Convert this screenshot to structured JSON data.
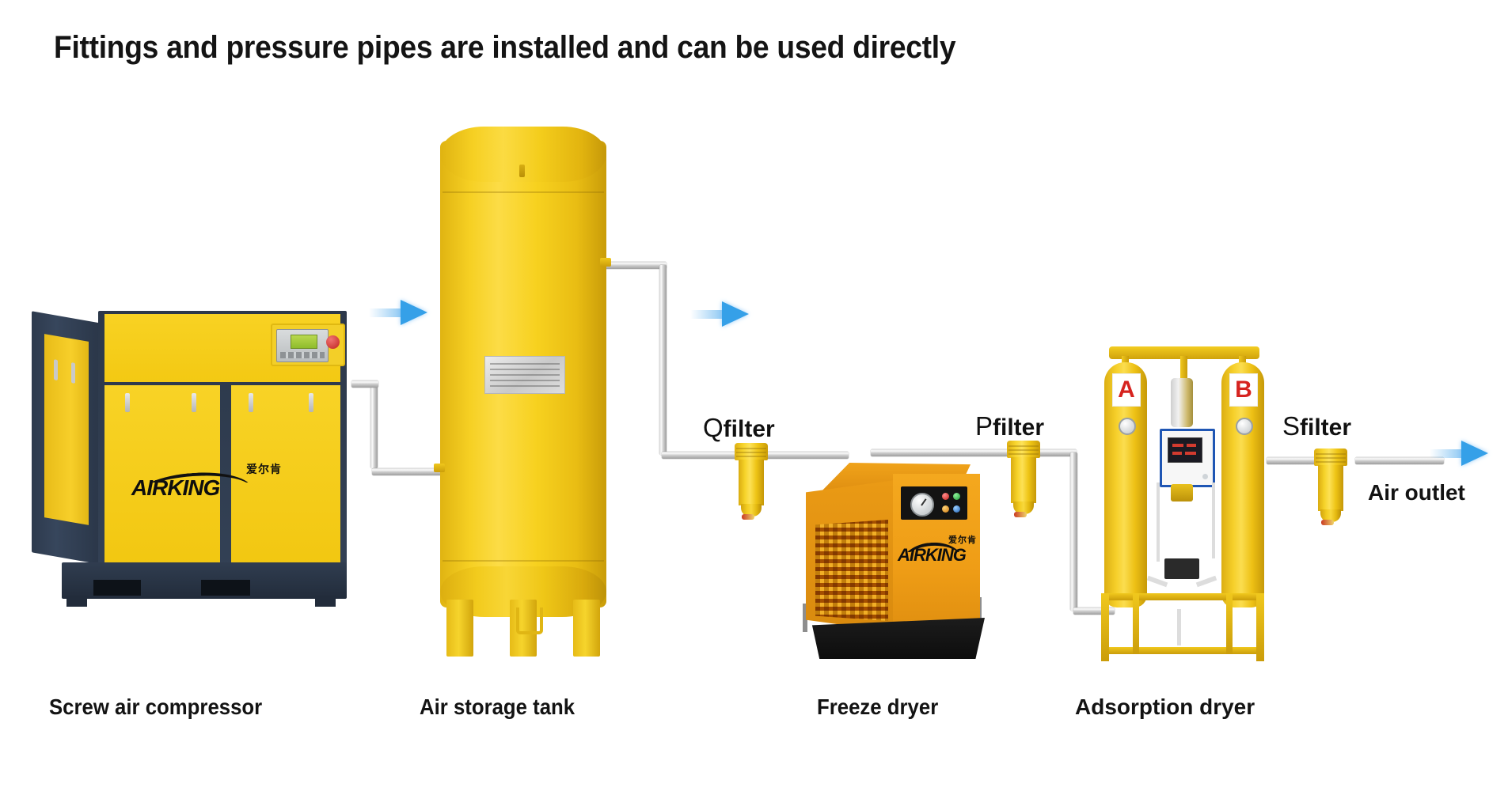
{
  "page": {
    "title": "Fittings and pressure pipes are installed and can be used directly",
    "background_color": "#ffffff"
  },
  "palette": {
    "equipment_yellow": "#f5d020",
    "deep_yellow": "#e0b412",
    "compressor_dark": "#2f3c4f",
    "dryer_orange": "#ef9d16",
    "arrow_blue": "#35a0e8",
    "pipe_grey": "#c9c9c9",
    "letter_red": "#d6231f",
    "control_blue": "#1f56b4",
    "text_black": "#131313"
  },
  "equipment": [
    {
      "id": "compressor",
      "caption": "Screw air compressor",
      "brand": "AIRKING",
      "brand_cn": "爱尔肯"
    },
    {
      "id": "air-tank",
      "caption": "Air storage tank"
    },
    {
      "id": "freeze-dryer",
      "caption": "Freeze dryer",
      "brand": "AIRKING",
      "brand_cn": "爱尔肯"
    },
    {
      "id": "adsorption-dryer",
      "caption": "Adsorption dryer",
      "tower_a": "A",
      "tower_b": "B"
    }
  ],
  "filters": [
    {
      "id": "q-filter",
      "prefix": "Q",
      "suffix": "filter"
    },
    {
      "id": "p-filter",
      "prefix": "P",
      "suffix": "filter"
    },
    {
      "id": "s-filter",
      "prefix": "S",
      "suffix": "filter"
    }
  ],
  "outlet": {
    "label": "Air outlet"
  },
  "flow_arrows": [
    {
      "id": "arrow-compressor-to-tank",
      "direction": "right"
    },
    {
      "id": "arrow-tank-to-qfilter",
      "direction": "right"
    },
    {
      "id": "arrow-system-outlet",
      "direction": "right"
    }
  ]
}
